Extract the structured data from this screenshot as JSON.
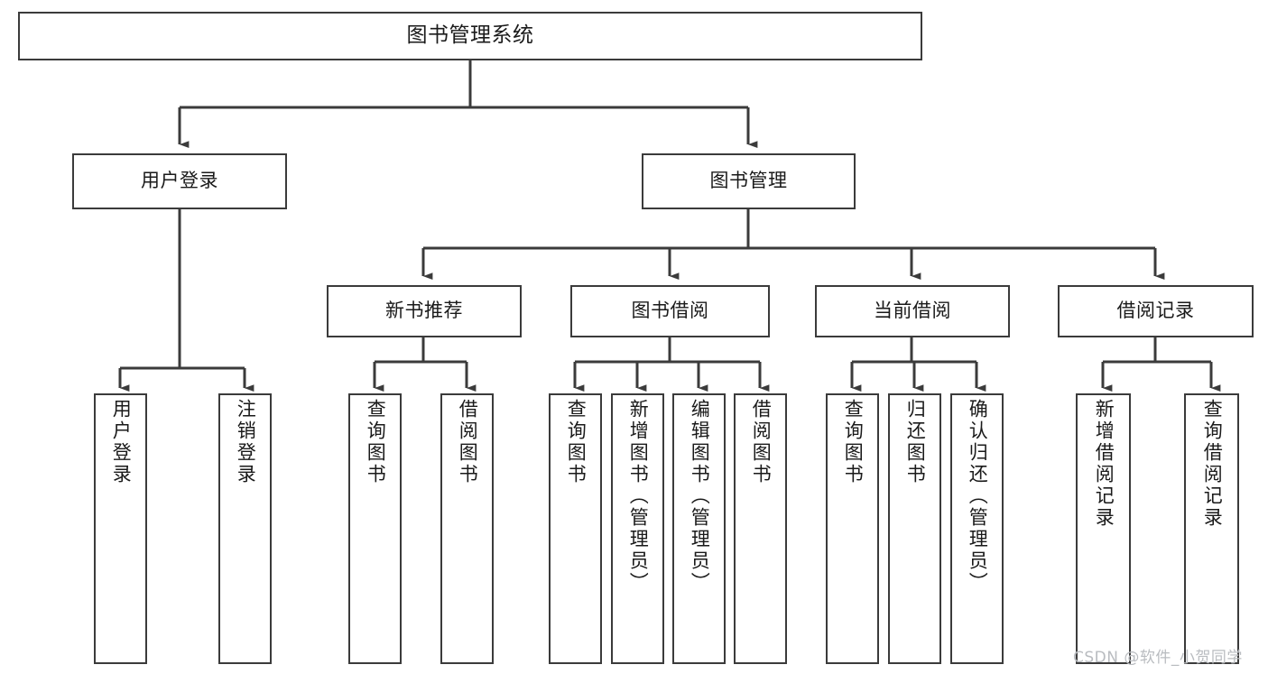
{
  "diagram": {
    "title": "图书管理系统",
    "type": "tree-hierarchy-chart",
    "colors": {
      "box_border": "#3b3b3b",
      "box_fill": "#ffffff",
      "edge": "#3b3b3b",
      "text": "#1a1a1a",
      "watermark": "#b9bcc0",
      "background": "#ffffff"
    }
  },
  "root": {
    "label": "图书管理系统"
  },
  "level1": [
    {
      "label": "用户登录"
    },
    {
      "label": "图书管理"
    }
  ],
  "level2": [
    {
      "label": "新书推荐"
    },
    {
      "label": "图书借阅"
    },
    {
      "label": "当前借阅"
    },
    {
      "label": "借阅记录"
    }
  ],
  "leaves": {
    "user_login": [
      {
        "label": "用户登录"
      },
      {
        "label": "注销登录"
      }
    ],
    "new_book_recommend": [
      {
        "label": "查询图书"
      },
      {
        "label": "借阅图书"
      }
    ],
    "book_borrow": [
      {
        "label": "查询图书"
      },
      {
        "label": "新增图书（管理员）"
      },
      {
        "label": "编辑图书（管理员）"
      },
      {
        "label": "借阅图书"
      }
    ],
    "current_borrow": [
      {
        "label": "查询图书"
      },
      {
        "label": "归还图书"
      },
      {
        "label": "确认归还（管理员）"
      }
    ],
    "borrow_record": [
      {
        "label": "新增借阅记录"
      },
      {
        "label": "查询借阅记录"
      }
    ]
  },
  "watermark": {
    "text": "CSDN @软件_小贺同学"
  }
}
